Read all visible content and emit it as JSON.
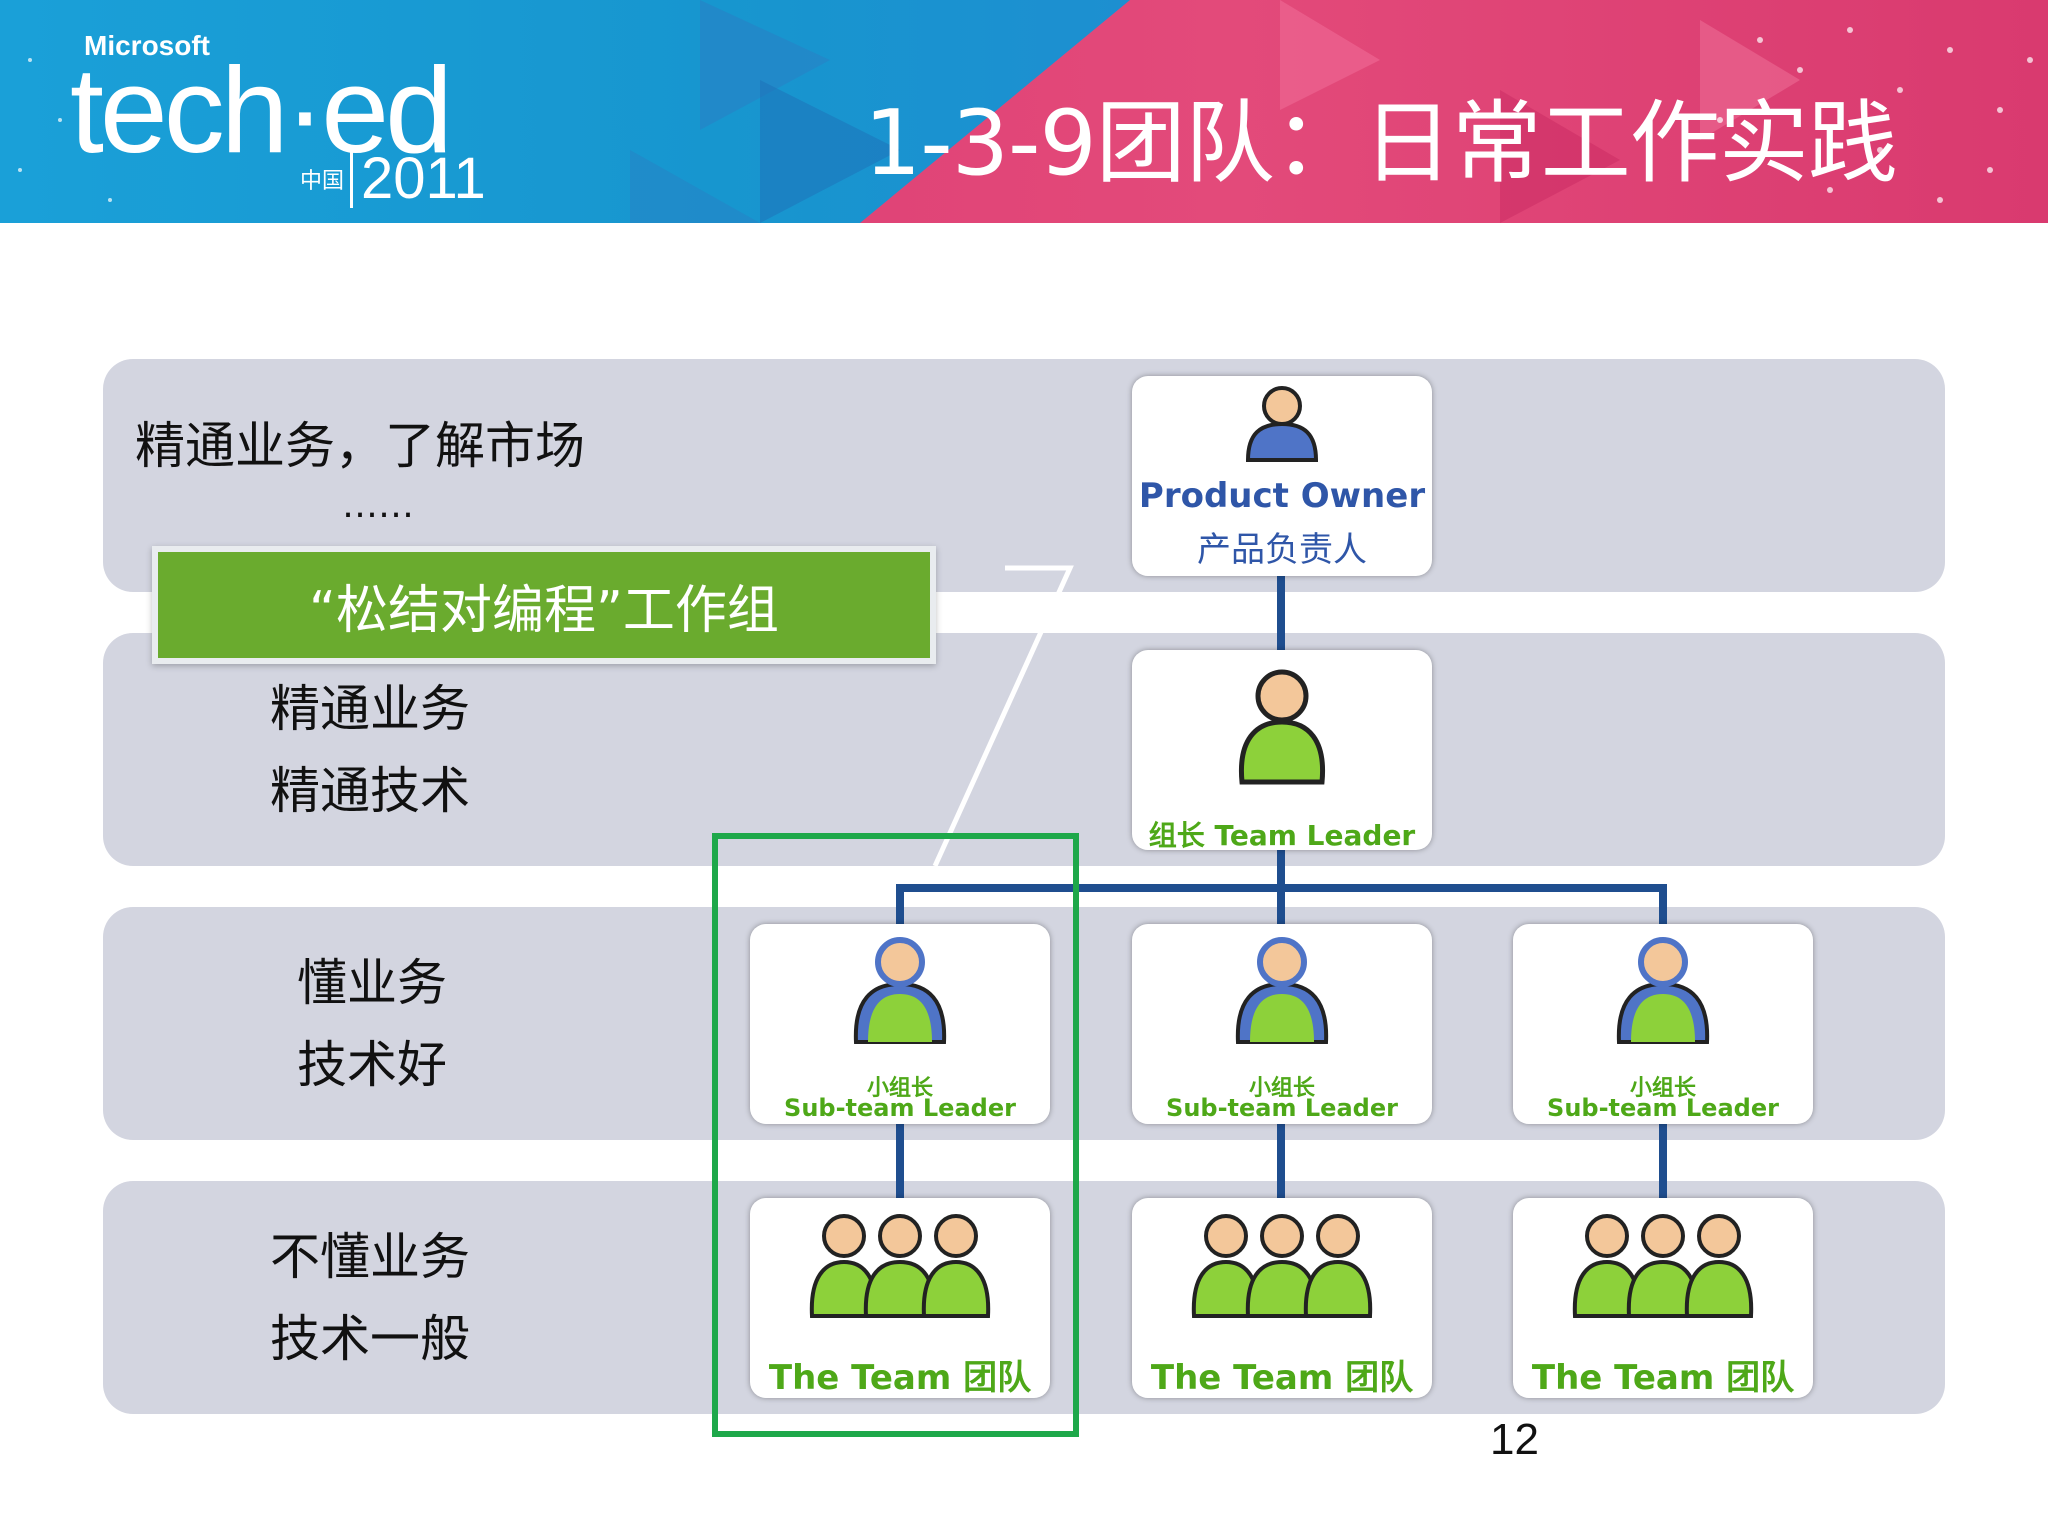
{
  "header": {
    "brand_company": "Microsoft",
    "brand_name": "tech·ed",
    "brand_region": "中国",
    "brand_year": "2011",
    "title": "1-3-9团队：日常工作实践"
  },
  "rows": [
    {
      "lines": [
        "精通业务，了解市场",
        "……"
      ]
    },
    {
      "lines": [
        "精通业务",
        "精通技术"
      ]
    },
    {
      "lines": [
        "懂业务",
        "技术好"
      ]
    },
    {
      "lines": [
        "不懂业务",
        "技术一般"
      ]
    }
  ],
  "group_label": "“松结对编程”工作组",
  "cards": {
    "product_owner": {
      "en": "Product Owner",
      "cn": "产品负责人",
      "icon": "person-blue-icon"
    },
    "team_leader": {
      "label": "组长 Team Leader",
      "icon": "person-green-icon"
    },
    "sub_leaders": [
      {
        "cn": "小组长",
        "en": "Sub-team Leader",
        "icon": "person-blue-green-icon"
      },
      {
        "cn": "小组长",
        "en": "Sub-team Leader",
        "icon": "person-blue-green-icon"
      },
      {
        "cn": "小组长",
        "en": "Sub-team Leader",
        "icon": "person-blue-green-icon"
      }
    ],
    "teams": [
      {
        "label": "The Team 团队",
        "icon": "group-people-icon"
      },
      {
        "label": "The Team 团队",
        "icon": "group-people-icon"
      },
      {
        "label": "The Team 团队",
        "icon": "group-people-icon"
      }
    ]
  },
  "page_number": "12",
  "colors": {
    "banner_blue": "#1796cf",
    "banner_pink": "#e34a7a",
    "row_bg": "#d3d5e0",
    "group_green": "#6aab2e",
    "highlight_green": "#1ea84a",
    "line_blue": "#1f4e8f",
    "label_blue": "#2f56a8",
    "label_green": "#4ea818"
  }
}
